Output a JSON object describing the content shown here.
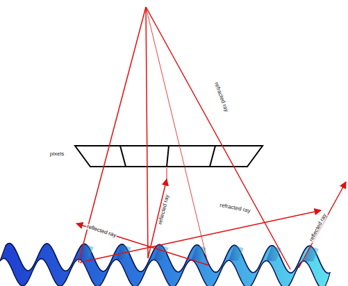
{
  "diagram": {
    "labels": [
      "pixels",
      "refracted ray",
      "reflected ray",
      "reflected ray",
      "refracted ray",
      "reflected ray"
    ]
  }
}
